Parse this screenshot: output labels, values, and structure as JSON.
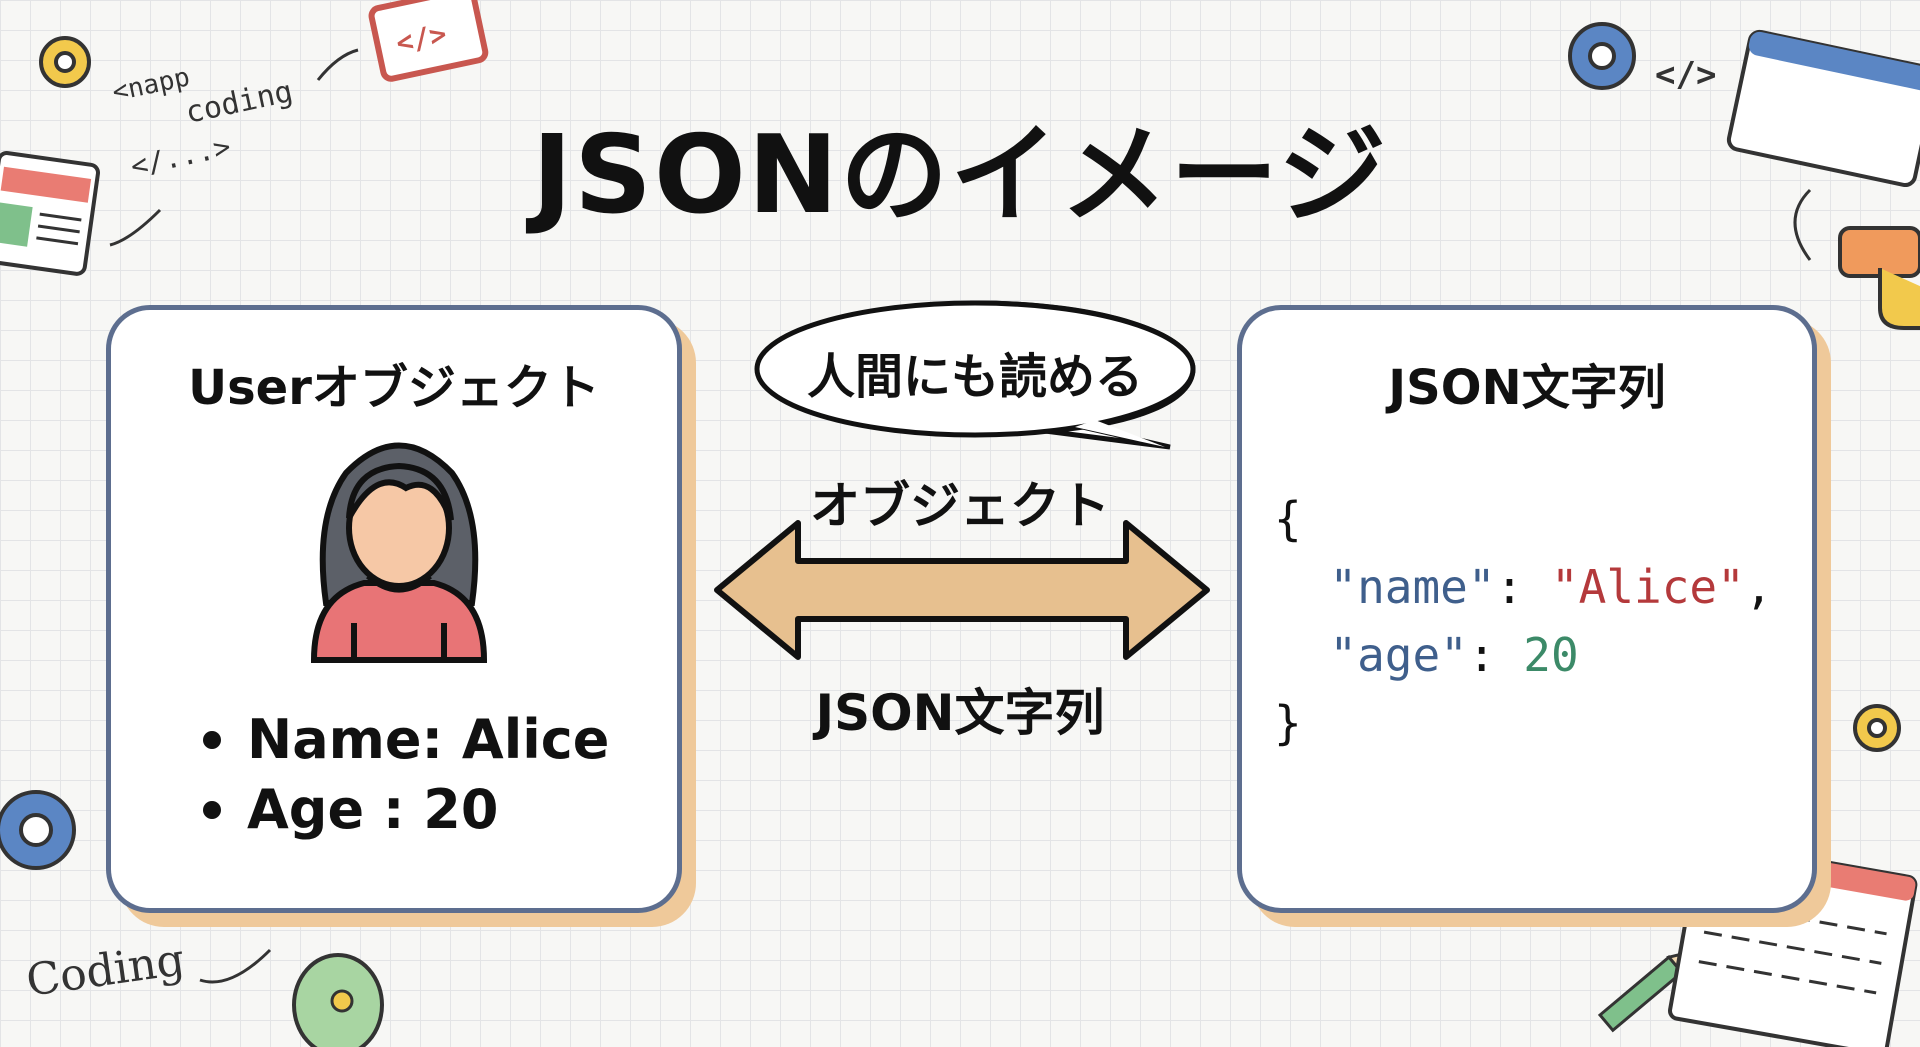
{
  "title": "JSONのイメージ",
  "left_card": {
    "heading": "Userオブジェクト",
    "fields": [
      {
        "text": "Name: Alice"
      },
      {
        "text": "Age : 20"
      }
    ]
  },
  "speech_bubble": "人間にも読める",
  "arrow": {
    "top_label": "オブジェクト",
    "bottom_label": "JSON文字列"
  },
  "right_card": {
    "heading": "JSON文字列",
    "code": {
      "open": "{",
      "name_key": "\"name\"",
      "name_value": "\"Alice\"",
      "age_key": "\"age\"",
      "age_value": "20",
      "close": "}"
    }
  },
  "doodles": {
    "tag_text": "<napp",
    "coding_text": "coding",
    "ellipsis_tag": "</...>",
    "code_icon_text": "</>",
    "coding_script": "Coding"
  },
  "colors": {
    "card_border": "#5d6e8f",
    "card_shadow": "#efc99a",
    "arrow_fill": "#e7c08f",
    "key_color": "#3f5f8c",
    "string_color": "#b4393b",
    "number_color": "#3c8a68"
  }
}
